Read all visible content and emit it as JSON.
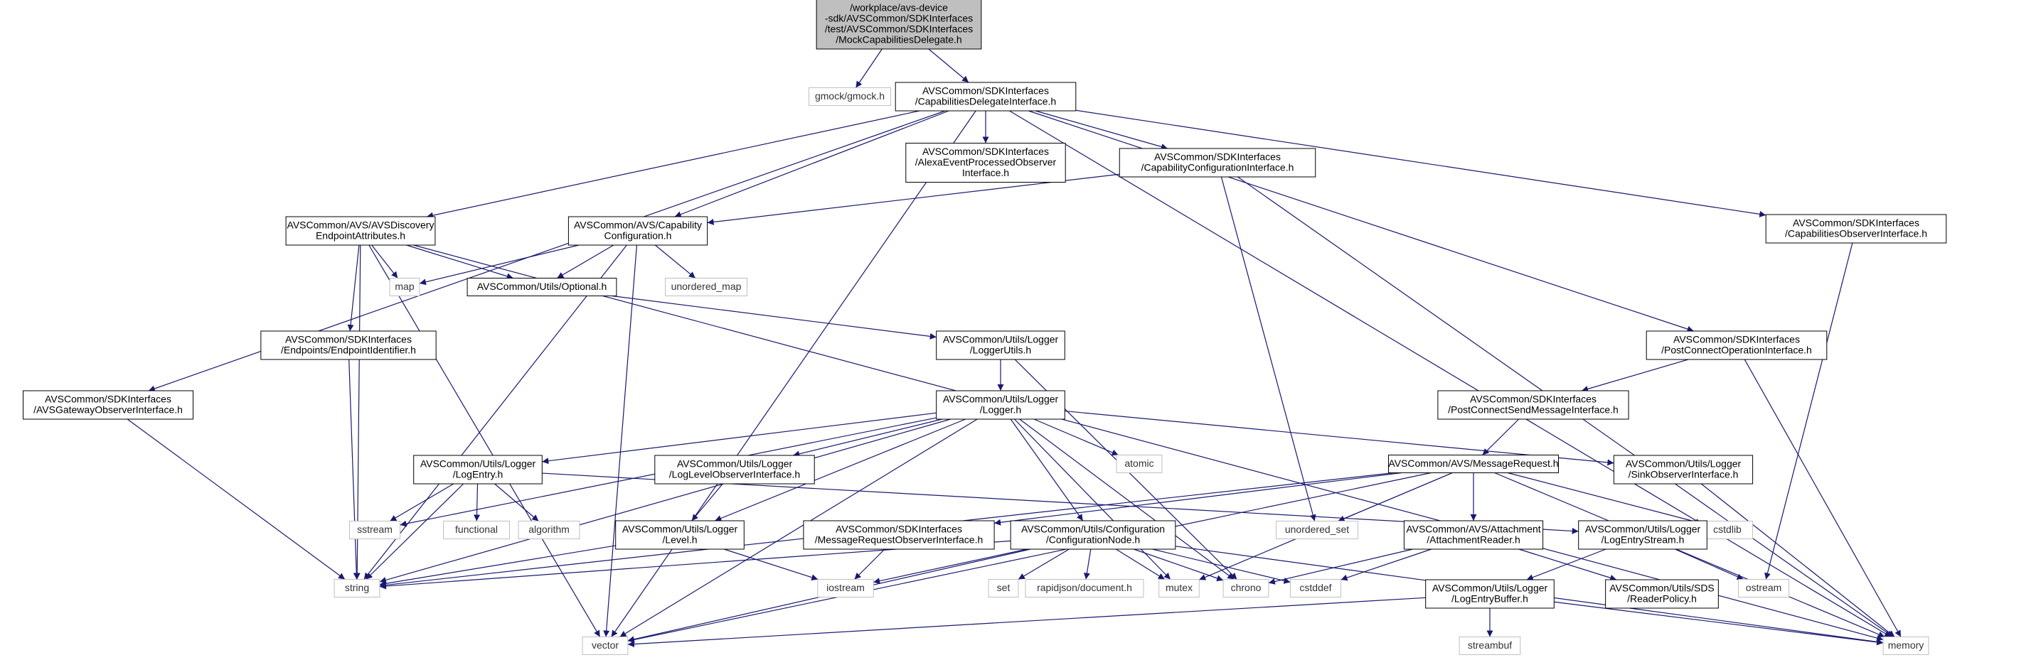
{
  "colors": {
    "edge": "#191970",
    "node_border": "#000000",
    "root_fill": "#bfbfbf",
    "node_fill": "#ffffff",
    "sys_border": "#bfbfbf"
  },
  "nodes": [
    {
      "id": "root",
      "kind": "root",
      "lines": [
        "/workplace/avs-device",
        "-sdk/AVSCommon/SDKInterfaces",
        "/test/AVSCommon/SDKInterfaces",
        "/MockCapabilitiesDelegate.h"
      ]
    },
    {
      "id": "gmock",
      "kind": "sys",
      "lines": [
        "gmock/gmock.h"
      ]
    },
    {
      "id": "capdel",
      "kind": "file",
      "lines": [
        "AVSCommon/SDKInterfaces",
        "/CapabilitiesDelegateInterface.h"
      ]
    },
    {
      "id": "alexa",
      "kind": "file",
      "lines": [
        "AVSCommon/SDKInterfaces",
        "/AlexaEventProcessedObserver",
        "Interface.h"
      ]
    },
    {
      "id": "capconf",
      "kind": "file",
      "lines": [
        "AVSCommon/SDKInterfaces",
        "/CapabilityConfigurationInterface.h"
      ]
    },
    {
      "id": "capobs",
      "kind": "file",
      "lines": [
        "AVSCommon/SDKInterfaces",
        "/CapabilitiesObserverInterface.h"
      ]
    },
    {
      "id": "discovery",
      "kind": "file",
      "lines": [
        "AVSCommon/AVS/AVSDiscovery",
        "EndpointAttributes.h"
      ]
    },
    {
      "id": "capability",
      "kind": "file",
      "lines": [
        "AVSCommon/AVS/Capability",
        "Configuration.h"
      ]
    },
    {
      "id": "gateway",
      "kind": "file",
      "lines": [
        "AVSCommon/SDKInterfaces",
        "/AVSGatewayObserverInterface.h"
      ]
    },
    {
      "id": "map",
      "kind": "sys",
      "lines": [
        "map"
      ]
    },
    {
      "id": "optional",
      "kind": "file",
      "lines": [
        "AVSCommon/Utils/Optional.h"
      ]
    },
    {
      "id": "umap",
      "kind": "sys",
      "lines": [
        "unordered_map"
      ]
    },
    {
      "id": "endpointid",
      "kind": "file",
      "lines": [
        "AVSCommon/SDKInterfaces",
        "/Endpoints/EndpointIdentifier.h"
      ]
    },
    {
      "id": "loggerutils",
      "kind": "file",
      "lines": [
        "AVSCommon/Utils/Logger",
        "/LoggerUtils.h"
      ]
    },
    {
      "id": "postconnop",
      "kind": "file",
      "lines": [
        "AVSCommon/SDKInterfaces",
        "/PostConnectOperationInterface.h"
      ]
    },
    {
      "id": "postconnsend",
      "kind": "file",
      "lines": [
        "AVSCommon/SDKInterfaces",
        "/PostConnectSendMessageInterface.h"
      ]
    },
    {
      "id": "logger",
      "kind": "file",
      "lines": [
        "AVSCommon/Utils/Logger",
        "/Logger.h"
      ]
    },
    {
      "id": "logentry",
      "kind": "file",
      "lines": [
        "AVSCommon/Utils/Logger",
        "/LogEntry.h"
      ]
    },
    {
      "id": "loglevelobs",
      "kind": "file",
      "lines": [
        "AVSCommon/Utils/Logger",
        "/LogLevelObserverInterface.h"
      ]
    },
    {
      "id": "atomic",
      "kind": "sys",
      "lines": [
        "atomic"
      ]
    },
    {
      "id": "sinkobs",
      "kind": "file",
      "lines": [
        "AVSCommon/Utils/Logger",
        "/SinkObserverInterface.h"
      ]
    },
    {
      "id": "msgreq",
      "kind": "file",
      "lines": [
        "AVSCommon/AVS/MessageRequest.h"
      ]
    },
    {
      "id": "sstream",
      "kind": "sys",
      "lines": [
        "sstream"
      ]
    },
    {
      "id": "functional",
      "kind": "sys",
      "lines": [
        "functional"
      ]
    },
    {
      "id": "algorithm",
      "kind": "sys",
      "lines": [
        "algorithm"
      ]
    },
    {
      "id": "level",
      "kind": "file",
      "lines": [
        "AVSCommon/Utils/Logger",
        "/Level.h"
      ]
    },
    {
      "id": "msgreqobs",
      "kind": "file",
      "lines": [
        "AVSCommon/SDKInterfaces",
        "/MessageRequestObserverInterface.h"
      ]
    },
    {
      "id": "confnode",
      "kind": "file",
      "lines": [
        "AVSCommon/Utils/Configuration",
        "/ConfigurationNode.h"
      ]
    },
    {
      "id": "uset",
      "kind": "sys",
      "lines": [
        "unordered_set"
      ]
    },
    {
      "id": "attreader",
      "kind": "file",
      "lines": [
        "AVSCommon/AVS/Attachment",
        "/AttachmentReader.h"
      ]
    },
    {
      "id": "cstdlib",
      "kind": "sys",
      "lines": [
        "cstdlib"
      ]
    },
    {
      "id": "logentrystream",
      "kind": "file",
      "lines": [
        "AVSCommon/Utils/Logger",
        "/LogEntryStream.h"
      ]
    },
    {
      "id": "string",
      "kind": "sys",
      "lines": [
        "string"
      ]
    },
    {
      "id": "iostream",
      "kind": "sys",
      "lines": [
        "iostream"
      ]
    },
    {
      "id": "set",
      "kind": "sys",
      "lines": [
        "set"
      ]
    },
    {
      "id": "rapidjson",
      "kind": "sys",
      "lines": [
        "rapidjson/document.h"
      ]
    },
    {
      "id": "mutex",
      "kind": "sys",
      "lines": [
        "mutex"
      ]
    },
    {
      "id": "chrono",
      "kind": "sys",
      "lines": [
        "chrono"
      ]
    },
    {
      "id": "cstddef",
      "kind": "sys",
      "lines": [
        "cstddef"
      ]
    },
    {
      "id": "logentrybuf",
      "kind": "file",
      "lines": [
        "AVSCommon/Utils/Logger",
        "/LogEntryBuffer.h"
      ]
    },
    {
      "id": "readerpolicy",
      "kind": "file",
      "lines": [
        "AVSCommon/Utils/SDS",
        "/ReaderPolicy.h"
      ]
    },
    {
      "id": "ostream",
      "kind": "sys",
      "lines": [
        "ostream"
      ]
    },
    {
      "id": "streambuf",
      "kind": "sys",
      "lines": [
        "streambuf"
      ]
    },
    {
      "id": "vector",
      "kind": "sys",
      "lines": [
        "vector"
      ]
    },
    {
      "id": "memory",
      "kind": "sys",
      "lines": [
        "memory"
      ]
    }
  ],
  "edges": [
    [
      "root",
      "gmock"
    ],
    [
      "root",
      "capdel"
    ],
    [
      "capdel",
      "alexa"
    ],
    [
      "capdel",
      "capconf"
    ],
    [
      "capdel",
      "capobs"
    ],
    [
      "capdel",
      "discovery"
    ],
    [
      "capdel",
      "capability"
    ],
    [
      "capdel",
      "gateway"
    ],
    [
      "capdel",
      "postconnop"
    ],
    [
      "capdel",
      "vector"
    ],
    [
      "capdel",
      "memory"
    ],
    [
      "capconf",
      "capability"
    ],
    [
      "capconf",
      "uset"
    ],
    [
      "capconf",
      "memory"
    ],
    [
      "capobs",
      "ostream"
    ],
    [
      "discovery",
      "map"
    ],
    [
      "discovery",
      "optional"
    ],
    [
      "discovery",
      "endpointid"
    ],
    [
      "discovery",
      "string"
    ],
    [
      "discovery",
      "vector"
    ],
    [
      "discovery",
      "memory"
    ],
    [
      "capability",
      "map"
    ],
    [
      "capability",
      "optional"
    ],
    [
      "capability",
      "umap"
    ],
    [
      "capability",
      "string"
    ],
    [
      "capability",
      "vector"
    ],
    [
      "gateway",
      "string"
    ],
    [
      "optional",
      "loggerutils"
    ],
    [
      "endpointid",
      "string"
    ],
    [
      "loggerutils",
      "logger"
    ],
    [
      "loggerutils",
      "chrono"
    ],
    [
      "postconnop",
      "postconnsend"
    ],
    [
      "postconnop",
      "memory"
    ],
    [
      "postconnsend",
      "msgreq"
    ],
    [
      "logger",
      "logentry"
    ],
    [
      "logger",
      "loglevelobs"
    ],
    [
      "logger",
      "atomic"
    ],
    [
      "logger",
      "sinkobs"
    ],
    [
      "logger",
      "sstream"
    ],
    [
      "logger",
      "string"
    ],
    [
      "logger",
      "vector"
    ],
    [
      "logger",
      "level"
    ],
    [
      "logger",
      "confnode"
    ],
    [
      "logger",
      "mutex"
    ],
    [
      "logger",
      "chrono"
    ],
    [
      "logentry",
      "sstream"
    ],
    [
      "logentry",
      "functional"
    ],
    [
      "logentry",
      "algorithm"
    ],
    [
      "logentry",
      "string"
    ],
    [
      "logentry",
      "logentrystream"
    ],
    [
      "loglevelobs",
      "level"
    ],
    [
      "level",
      "string"
    ],
    [
      "level",
      "iostream"
    ],
    [
      "sinkobs",
      "memory"
    ],
    [
      "msgreq",
      "msgreqobs"
    ],
    [
      "msgreq",
      "attreader"
    ],
    [
      "msgreq",
      "uset"
    ],
    [
      "msgreq",
      "cstdlib"
    ],
    [
      "msgreq",
      "string"
    ],
    [
      "msgreq",
      "mutex"
    ],
    [
      "msgreq",
      "vector"
    ],
    [
      "msgreq",
      "memory"
    ],
    [
      "msgreqobs",
      "iostream"
    ],
    [
      "confnode",
      "string"
    ],
    [
      "confnode",
      "iostream"
    ],
    [
      "confnode",
      "set"
    ],
    [
      "confnode",
      "rapidjson"
    ],
    [
      "confnode",
      "mutex"
    ],
    [
      "confnode",
      "chrono"
    ],
    [
      "confnode",
      "cstddef"
    ],
    [
      "confnode",
      "vector"
    ],
    [
      "confnode",
      "memory"
    ],
    [
      "attreader",
      "chrono"
    ],
    [
      "attreader",
      "cstddef"
    ],
    [
      "attreader",
      "readerpolicy"
    ],
    [
      "logentrystream",
      "logentrybuf"
    ],
    [
      "logentrystream",
      "ostream"
    ],
    [
      "logentrybuf",
      "streambuf"
    ],
    [
      "logentrybuf",
      "vector"
    ],
    [
      "logentrybuf",
      "memory"
    ]
  ]
}
